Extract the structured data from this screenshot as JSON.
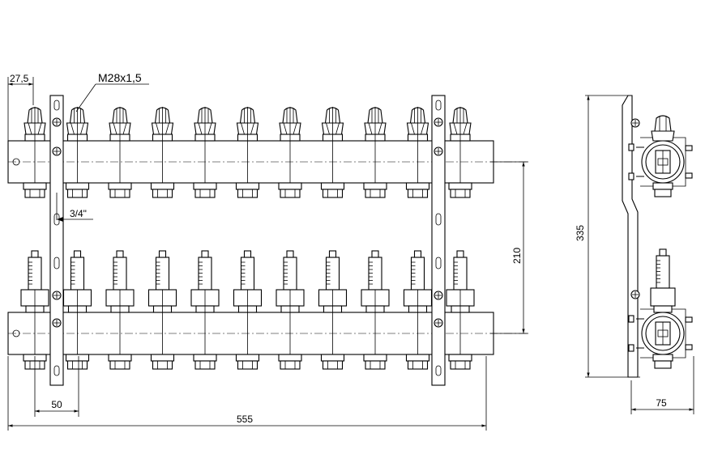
{
  "dimensions": {
    "thread_label": "M28x1,5",
    "edge_offset": "27,5",
    "connection_size": "3/4\"",
    "pitch": "50",
    "overall_length": "555",
    "header_spacing": "210",
    "overall_height": "335",
    "depth": "75"
  },
  "manifold": {
    "outlet_count": 11,
    "colors": {
      "line": "#000000",
      "background": "#ffffff"
    }
  }
}
